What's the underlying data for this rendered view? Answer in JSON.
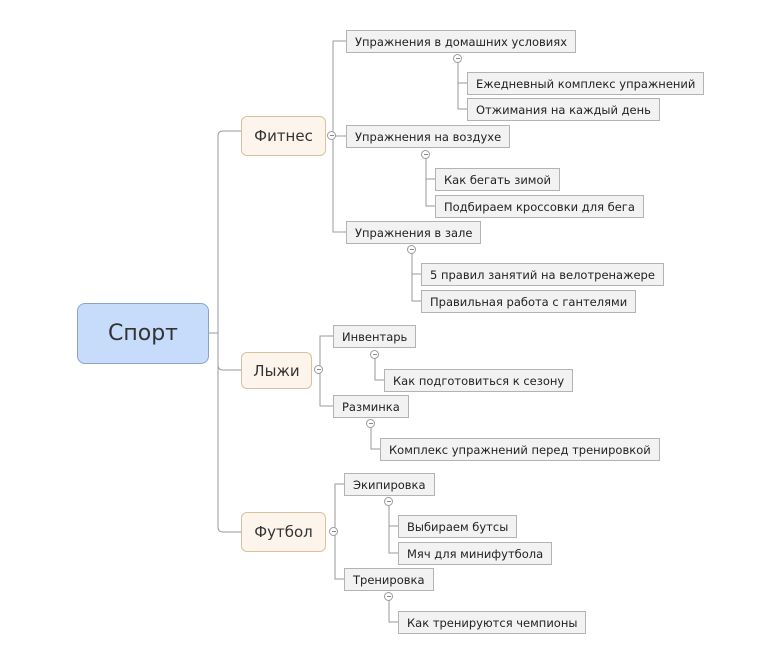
{
  "root": "Спорт",
  "fitness": {
    "label": "Фитнес",
    "home": {
      "label": "Упражнения в домашних условиях",
      "items": [
        "Ежедневный комплекс упражнений",
        "Отжимания на каждый день"
      ]
    },
    "outdoor": {
      "label": "Упражнения на воздухе",
      "items": [
        "Как бегать зимой",
        "Подбираем кроссовки для бега"
      ]
    },
    "gym": {
      "label": "Упражнения в зале",
      "items": [
        "5 правил занятий на велотренажере",
        "Правильная работа с гантелями"
      ]
    }
  },
  "skiing": {
    "label": "Лыжи",
    "equipment": {
      "label": "Инвентарь",
      "items": [
        "Как подготовиться к сезону"
      ]
    },
    "warmup": {
      "label": "Разминка",
      "items": [
        "Комплекс упражнений перед тренировкой"
      ]
    }
  },
  "football": {
    "label": "Футбол",
    "gear": {
      "label": "Экипировка",
      "items": [
        "Выбираем бутсы",
        "Мяч для минифутбола"
      ]
    },
    "training": {
      "label": "Тренировка",
      "items": [
        "Как тренируются чемпионы"
      ]
    }
  }
}
